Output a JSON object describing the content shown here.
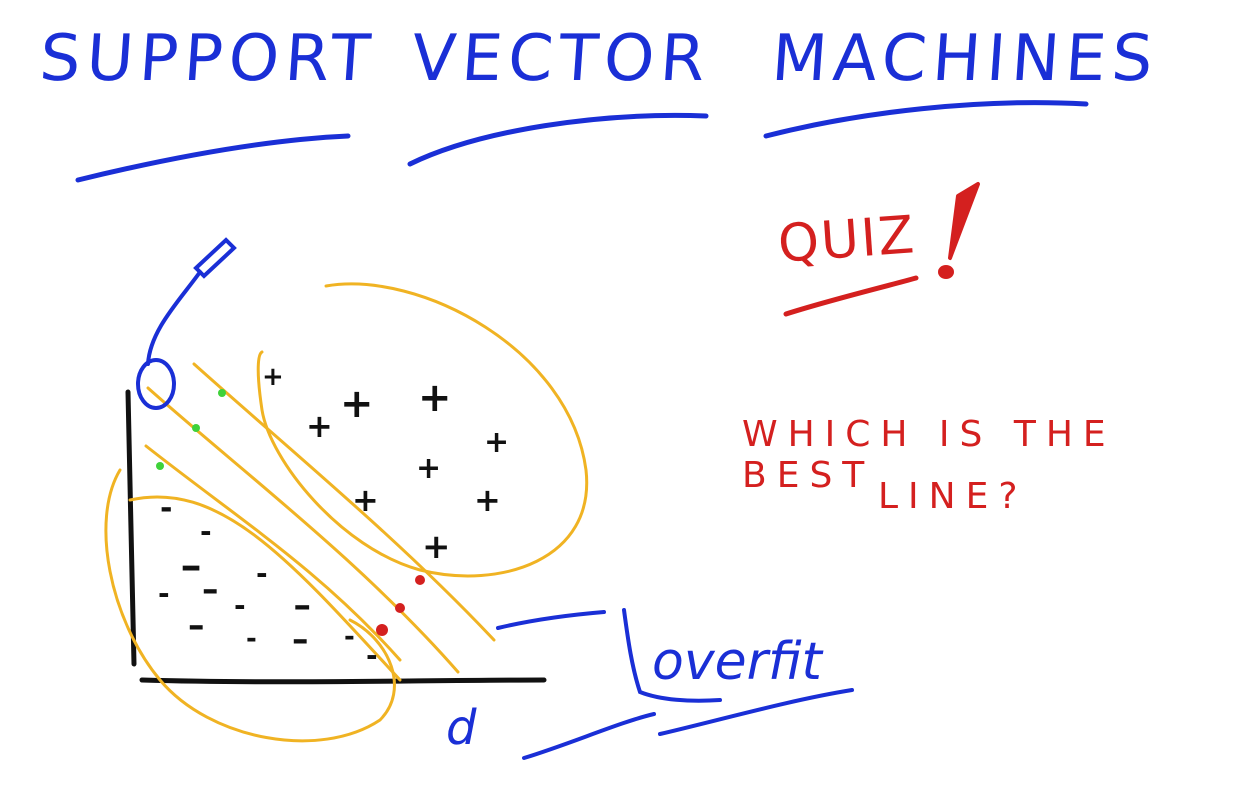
{
  "title": {
    "word1": "SUPPORT",
    "word2": "VECTOR",
    "word3": "MACHINES"
  },
  "quiz": {
    "label": "QUIZ",
    "exclamation": "!"
  },
  "question": {
    "line1": "WHICH IS THE BEST",
    "line2": "LINE?"
  },
  "annotations": {
    "overfit": "overfit",
    "d": "d"
  },
  "plot": {
    "positive_symbol": "+",
    "negative_symbol": "-"
  },
  "colors": {
    "title_ink": "#1a2fd6",
    "quiz_ink": "#d4201f",
    "line_ink": "#f0b323",
    "points_ink": "#111111",
    "support_green": "#3fd23a",
    "support_red": "#d4201f"
  }
}
